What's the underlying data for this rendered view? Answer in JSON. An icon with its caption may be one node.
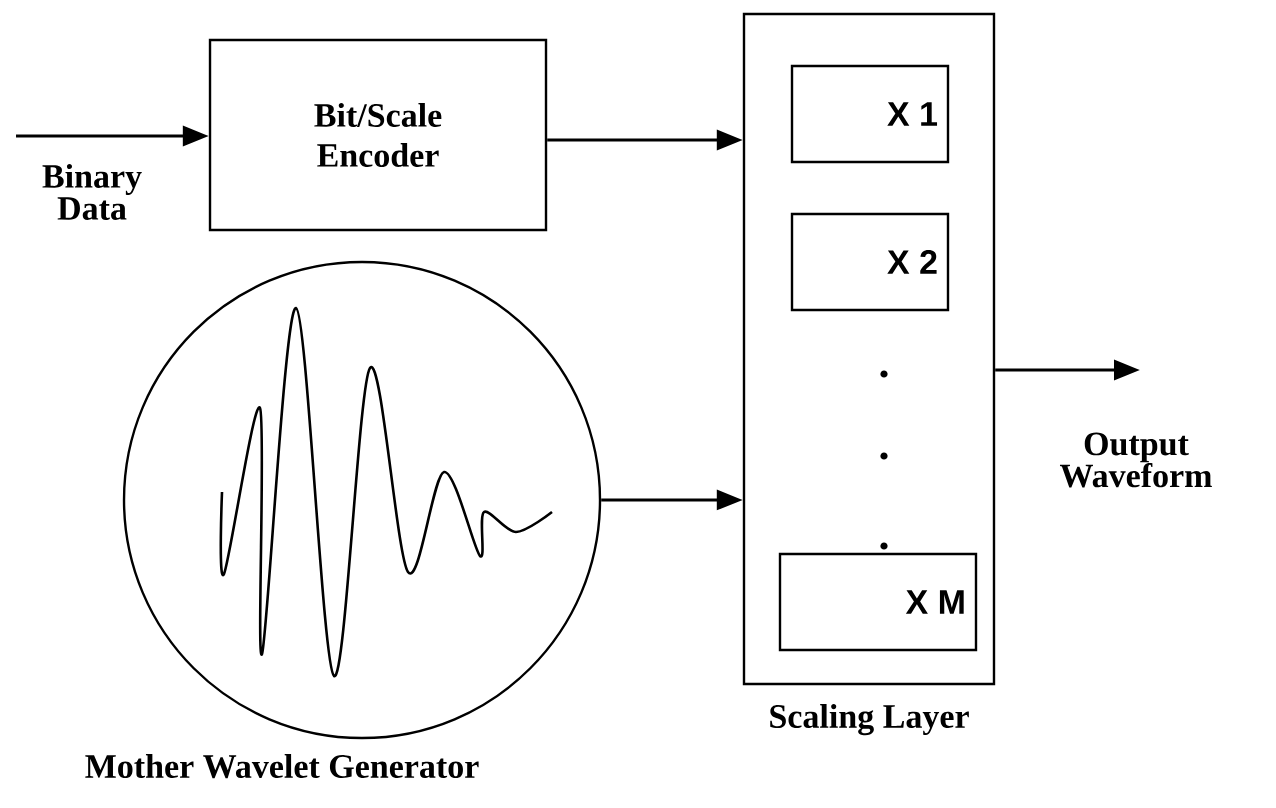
{
  "diagram": {
    "nodes": [
      {
        "text": [
          "Bit/Scale Encoder"
        ]
      },
      {
        "text": [
          "Mother Wavelet Generator"
        ]
      },
      {
        "text": [
          "Scaling Layer"
        ]
      },
      {
        "text": [
          "X 1"
        ],
        "in": 2
      },
      {
        "text": [
          "X 2"
        ],
        "in": 2
      },
      {
        "text": [
          "X M"
        ],
        "in": 2
      }
    ],
    "edges": [
      {
        "from": null,
        "to": 0,
        "arrow": "to",
        "label": "Binary Data"
      },
      {
        "from": 0,
        "to": 2,
        "arrow": "to"
      },
      {
        "from": 1,
        "to": 2,
        "arrow": "to"
      },
      {
        "from": 2,
        "to": null,
        "arrow": "to",
        "label": "Output Waveform"
      }
    ]
  }
}
